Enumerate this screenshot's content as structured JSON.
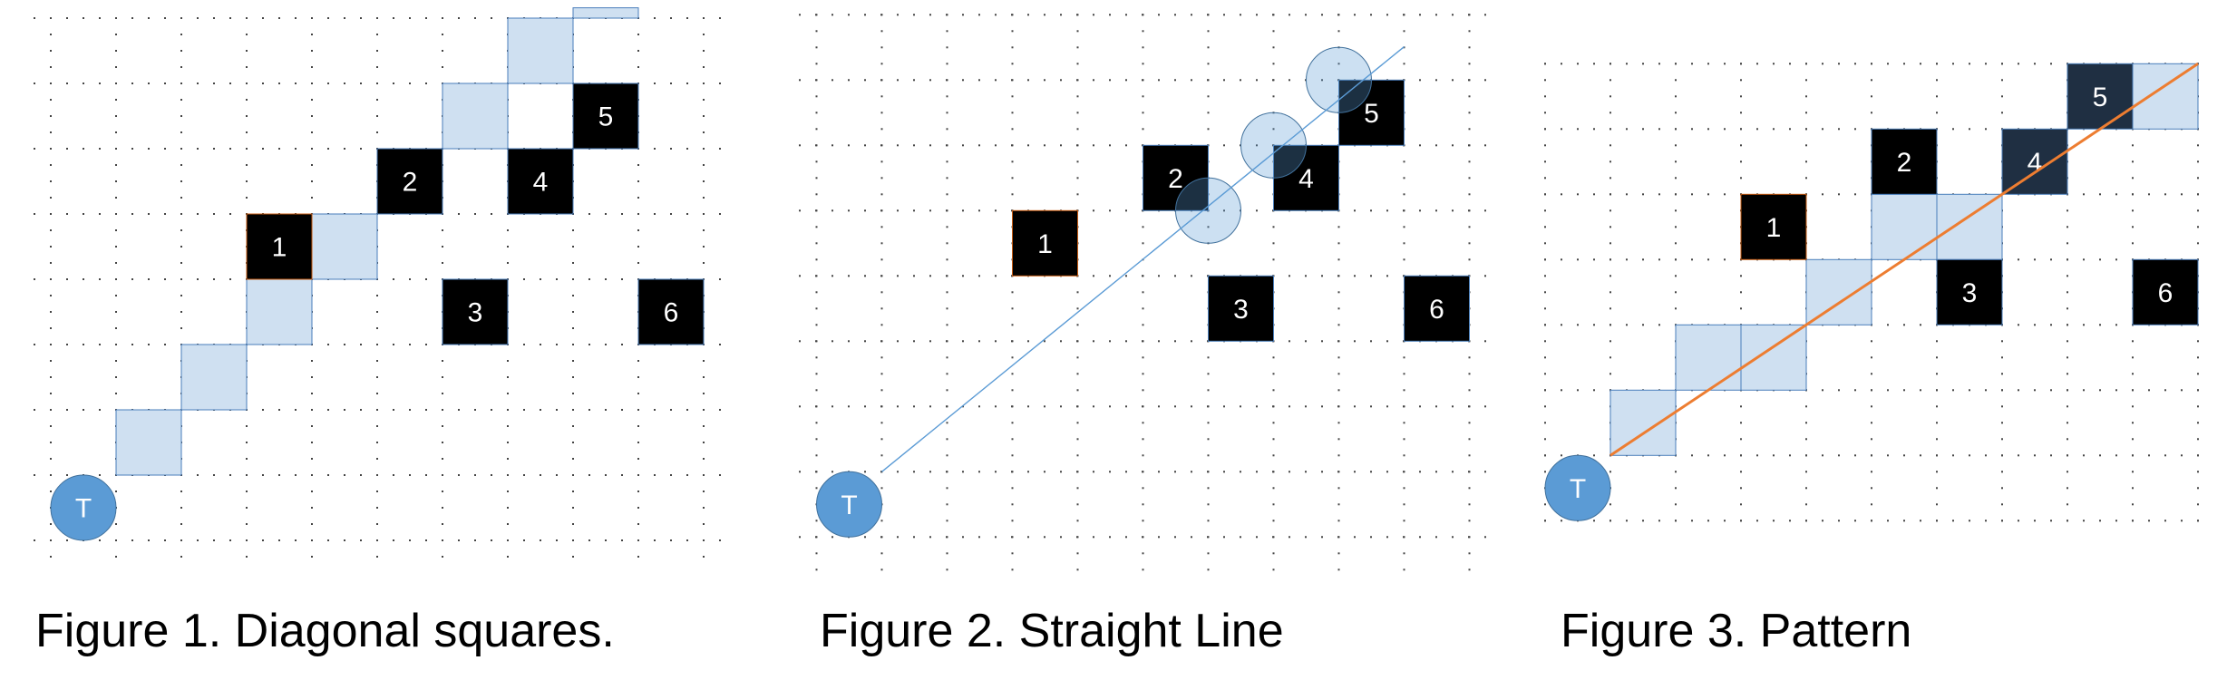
{
  "colors": {
    "token": "#5b9bd5",
    "token_border": "#41719c",
    "highlight_cell": "#cfe0f1",
    "highlight_border": "#4a7ebb",
    "obstacle": "#000000",
    "obstacle_overlap": "#1f2f42",
    "overlap_label": "#bdd7ee",
    "line_blue": "#5b9bd5",
    "line_orange": "#ed7d31",
    "grid_dot": "#444444"
  },
  "figures": [
    {
      "caption": "Figure 1. Diagonal squares.",
      "token_label": "T",
      "squares": [
        "1",
        "2",
        "3",
        "4",
        "5",
        "6"
      ]
    },
    {
      "caption": "Figure 2. Straight Line",
      "token_label": "T",
      "squares": [
        "1",
        "2",
        "3",
        "4",
        "5",
        "6"
      ]
    },
    {
      "caption": "Figure 3. Pattern",
      "token_label": "T",
      "squares": [
        "1",
        "2",
        "3",
        "4",
        "5",
        "6"
      ]
    }
  ]
}
